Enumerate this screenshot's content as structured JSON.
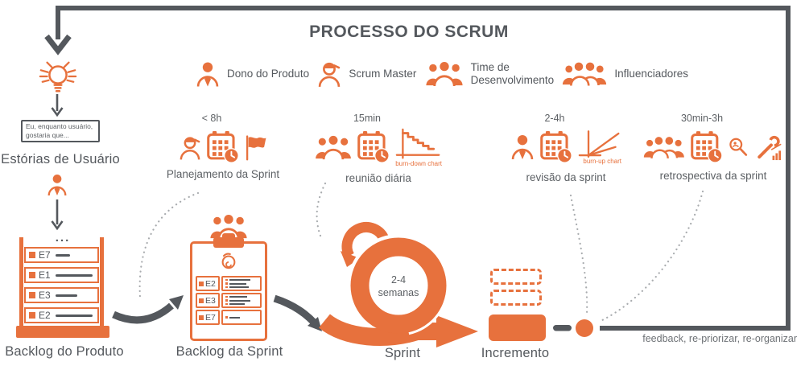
{
  "title": "PROCESSO DO SCRUM",
  "legend": {
    "product_owner": "Dono do Produto",
    "scrum_master": "Scrum Master",
    "dev_team": "Time de\nDesenvolvimento",
    "influencers": "Influenciadores"
  },
  "ceremonies": {
    "planning": {
      "duration": "< 8h",
      "label": "Planejamento da Sprint"
    },
    "daily": {
      "duration": "15min",
      "label": "reunião diária",
      "chart_caption": "burn-down chart"
    },
    "review": {
      "duration": "2-4h",
      "label": "revisão da sprint",
      "chart_caption": "burn-up chart"
    },
    "retrospective": {
      "duration": "30min-3h",
      "label": "retrospectiva da sprint"
    }
  },
  "left_flow": {
    "note": "Eu, enquanto usuário,\ngostaria que...",
    "user_stories_label": "Estórias de Usuário"
  },
  "product_backlog": {
    "label": "Backlog do Produto",
    "ellipsis": "...",
    "items": [
      {
        "code": "E7"
      },
      {
        "code": "E1"
      },
      {
        "code": "E3"
      },
      {
        "code": "E2"
      }
    ]
  },
  "sprint_backlog": {
    "label": "Backlog da Sprint",
    "items": [
      {
        "code": "E2"
      },
      {
        "code": "E3"
      },
      {
        "code": "E7"
      }
    ]
  },
  "sprint": {
    "label": "Sprint",
    "duration": "2-4\nsemanas"
  },
  "increment": {
    "label": "Incremento"
  },
  "feedback": {
    "label": "feedback, re-priorizar, re-organizar"
  },
  "colors": {
    "orange": "#E7713D",
    "dark_gray": "#54585D",
    "text_gray": "#5D6165",
    "dotted_gray": "#A9ACAF",
    "feedback_gray": "#6E7276"
  }
}
